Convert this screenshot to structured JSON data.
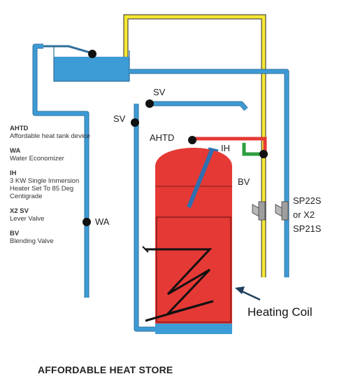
{
  "title": "AFFORDABLE HEAT STORE",
  "legend": [
    {
      "key": "AHTD",
      "desc": "Affordable heat tank device"
    },
    {
      "key": "WA",
      "desc": "Water Economizer"
    },
    {
      "key": "IH",
      "desc": "3 KW Single Immersion Heater Set To 85 Deg Centigrade"
    },
    {
      "key": "X2 SV",
      "desc": "Lever Valve"
    },
    {
      "key": "BV",
      "desc": "Blending Valve"
    }
  ],
  "labels": {
    "sv_top": "SV",
    "sv_left": "SV",
    "ahtd": "AHTD",
    "ih": "IH",
    "bv": "BV",
    "wa": "WA",
    "sp_line1": "SP22S",
    "sp_line2": "or X2",
    "sp_line3": "SP21S",
    "heating_coil": "Heating Coil"
  },
  "colors": {
    "pipe_blue": "#3d9bd6",
    "pipe_yellow": "#f5e634",
    "tank_red": "#e53935",
    "pipe_red": "#e53935",
    "pipe_green": "#2e9e3e",
    "coil": "#000000",
    "valve_dot": "#111111"
  }
}
